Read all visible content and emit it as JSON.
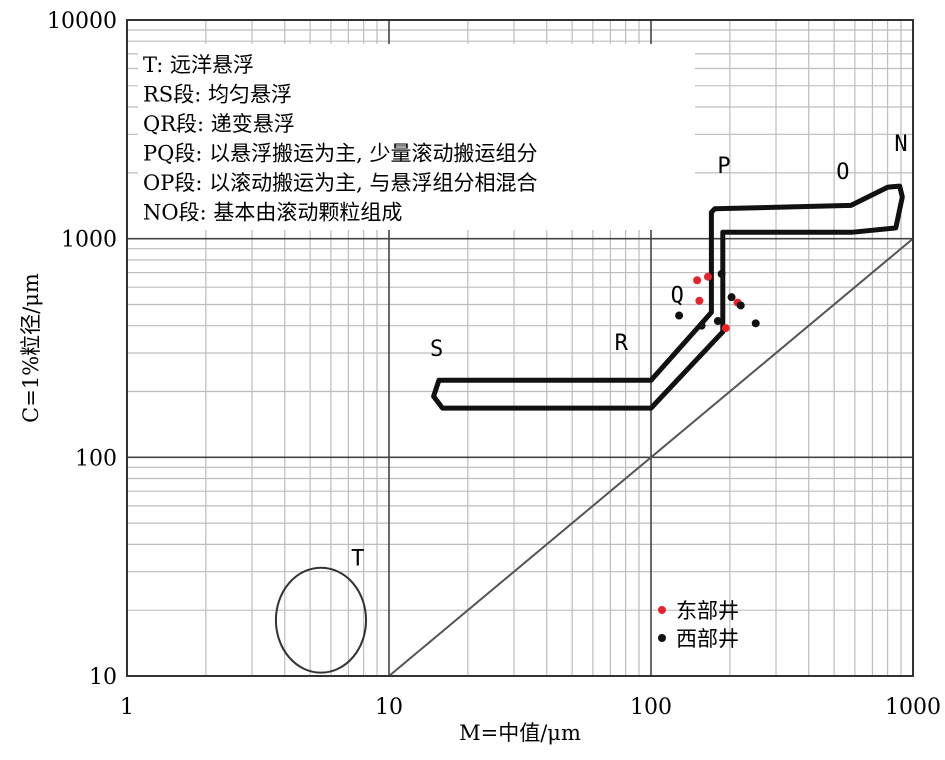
{
  "chart_data": {
    "type": "scatter",
    "xlabel": "M=中值/μm",
    "ylabel": "C=1%粒径/μm",
    "x_scale": "log",
    "y_scale": "log",
    "xlim": [
      1,
      1000
    ],
    "ylim": [
      10,
      10000
    ],
    "x_ticks": [
      "1",
      "10",
      "100",
      "1000"
    ],
    "y_ticks": [
      "10",
      "100",
      "1000",
      "10000"
    ],
    "grid": true,
    "legend_position": "bottom-right",
    "description_lines": [
      "T: 远洋悬浮",
      "RS段: 均匀悬浮",
      "QR段: 递变悬浮",
      "PQ段: 以悬浮搬运为主, 少量滚动搬运组分",
      "OP段: 以滚动搬运为主, 与悬浮组分相混合",
      "NO段: 基本由滚动颗粒组成"
    ],
    "segment_labels": [
      "T",
      "S",
      "R",
      "Q",
      "P",
      "O",
      "N"
    ],
    "c_equals_m_line": {
      "x": [
        10,
        1000
      ],
      "y": [
        10,
        1000
      ]
    },
    "t_region_circle": {
      "center": [
        5.5,
        18
      ],
      "radius_x_decades": 0.172,
      "radius_y_decades": 0.24
    },
    "cm_band_outline": {
      "x": [
        15.5,
        100,
        170,
        170,
        175,
        580,
        800,
        890,
        910,
        860,
        590,
        188,
        188,
        100,
        16,
        14.8
      ],
      "y": [
        225,
        225,
        460,
        1320,
        1370,
        1420,
        1720,
        1740,
        1550,
        1120,
        1070,
        1070,
        375,
        168,
        168,
        190
      ]
    },
    "series": [
      {
        "name": "东部井",
        "color": "#e8222c",
        "x": [
          150,
          153,
          165,
          193,
          214
        ],
        "y": [
          645,
          520,
          670,
          390,
          510
        ]
      },
      {
        "name": "西部井",
        "color": "#111111",
        "x": [
          128,
          156,
          180,
          186,
          203,
          220,
          251
        ],
        "y": [
          445,
          400,
          420,
          690,
          540,
          495,
          410
        ]
      }
    ]
  }
}
